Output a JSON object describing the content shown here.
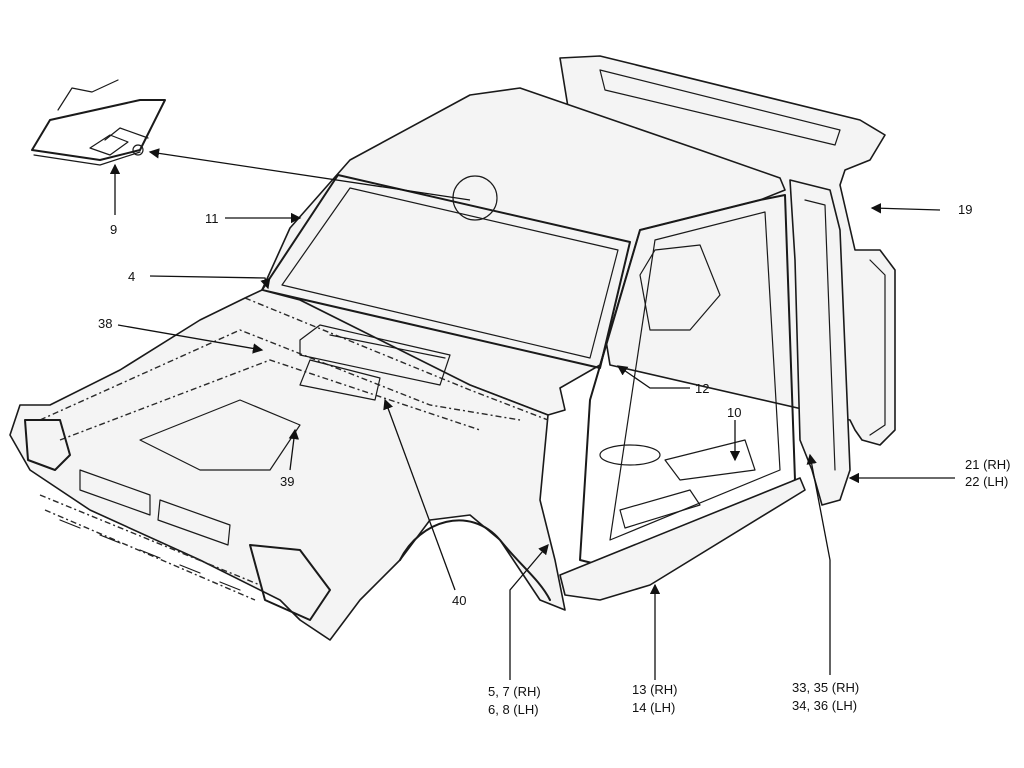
{
  "labels": {
    "l9": "9",
    "l11": "11",
    "l4": "4",
    "l38": "38",
    "l39": "39",
    "l40": "40",
    "l12": "12",
    "l10": "10",
    "l19": "19",
    "l21_22": [
      "21 (RH)",
      "22 (LH)"
    ],
    "l5_7": [
      "5, 7 (RH)",
      "6, 8 (LH)"
    ],
    "l13_14": [
      "13 (RH)",
      "14 (LH)"
    ],
    "l33_36": [
      "33, 35 (RH)",
      "34, 36 (LH)"
    ]
  }
}
